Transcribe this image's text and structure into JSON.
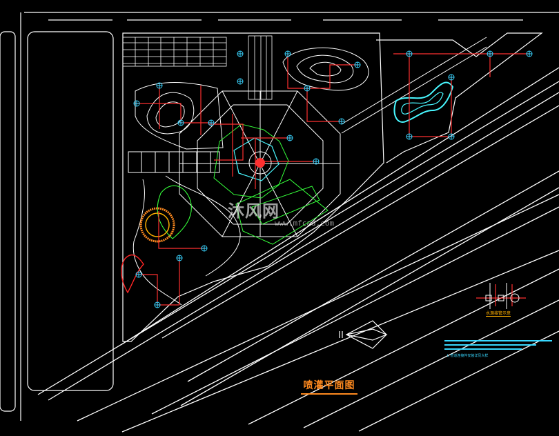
{
  "drawing": {
    "title": "喷灌平面图",
    "watermark_brand": "沐风网",
    "watermark_url": "www.mfcad.com",
    "detail_caption": "水源接管示意",
    "legend_note": "L 管道连接件安装详见大样"
  },
  "colors": {
    "background": "#000000",
    "linework": "#ffffff",
    "sprinkler": "#39d4ff",
    "pipe": "#ff3030",
    "planting": "#35ff3a",
    "water_feature": "#48f7ff",
    "title": "#ff8a1f"
  },
  "icons": [
    "sprinkler-head-icon",
    "north-arrow-icon",
    "valve-icon"
  ]
}
